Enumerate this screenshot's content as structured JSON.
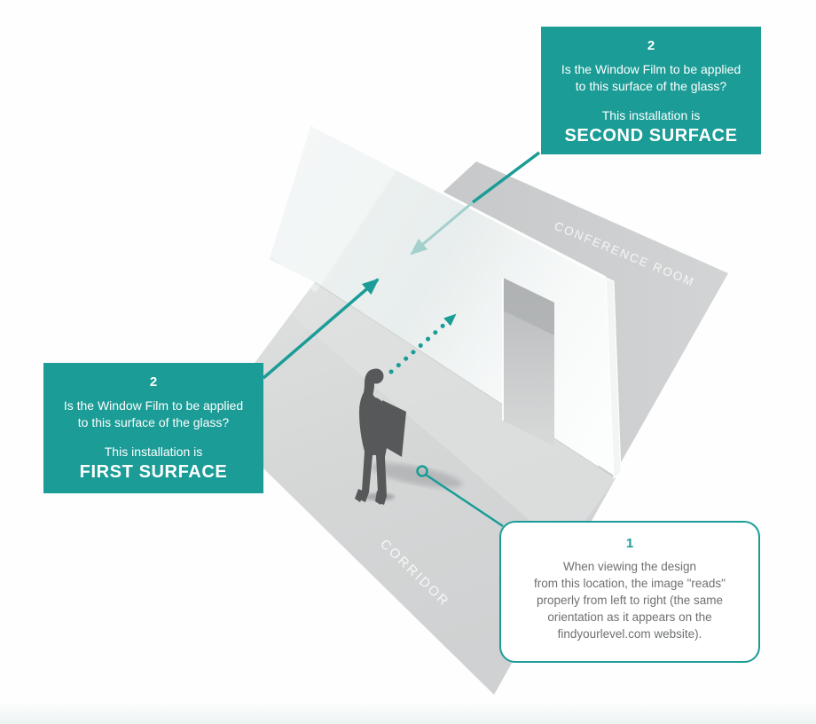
{
  "colors": {
    "teal": "#1b9c96",
    "teal_light": "#a3d0cc",
    "floor_gray": "#cfd1d2",
    "body_text_gray": "#6e7072",
    "silhouette_gray": "#57585a"
  },
  "scene": {
    "conference_label": "CONFERENCE ROOM",
    "corridor_label": "CORRIDOR"
  },
  "callouts": {
    "second": {
      "number": "2",
      "question_line1": "Is the Window Film to be applied",
      "question_line2": "to this surface of the glass?",
      "lead": "This installation is",
      "surface": "SECOND SURFACE"
    },
    "first": {
      "number": "2",
      "question_line1": "Is the Window Film to be applied",
      "question_line2": "to this surface of the glass?",
      "lead": "This installation is",
      "surface": "FIRST SURFACE"
    },
    "viewing": {
      "number": "1",
      "line1": "When viewing the design",
      "line2": "from this location, the image \"reads\"",
      "line3": "properly from left to right (the same",
      "line4": "orientation as it appears on the",
      "line5": "findyourlevel.com website)."
    }
  }
}
